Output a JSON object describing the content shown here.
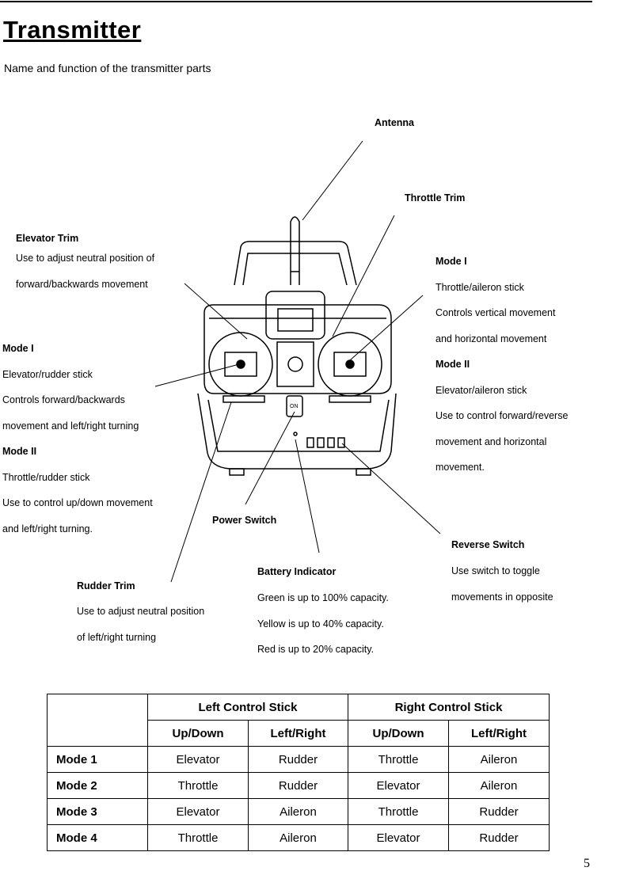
{
  "heading": {
    "title": "Transmitter",
    "subtitle": "Name and function of the transmitter parts"
  },
  "callouts": {
    "antenna": {
      "title": "Antenna"
    },
    "throttle_trim": {
      "title": "Throttle Trim"
    },
    "elevator_trim": {
      "title": "Elevator Trim",
      "lines": [
        "Use to adjust neutral position of",
        "forward/backwards movement"
      ]
    },
    "left_stick": {
      "lines": [
        "Mode I",
        "Elevator/rudder stick",
        "Controls forward/backwards",
        "movement and left/right turning",
        "Mode II",
        "Throttle/rudder stick",
        "Use to control up/down movement",
        "and left/right turning."
      ]
    },
    "right_stick": {
      "lines": [
        "Mode I",
        "Throttle/aileron stick",
        "Controls vertical movement",
        "and horizontal movement",
        "Mode II",
        "Elevator/aileron stick",
        "Use to control forward/reverse",
        "movement and horizontal",
        "movement."
      ]
    },
    "power_switch": {
      "title": "Power Switch"
    },
    "reverse_switch": {
      "title": "Reverse Switch",
      "lines": [
        "Use switch to toggle",
        "movements in opposite"
      ]
    },
    "battery_indicator": {
      "title": "Battery Indicator",
      "lines": [
        "Green is up to 100% capacity.",
        "Yellow is up to 40% capacity.",
        "Red is up to 20% capacity."
      ]
    },
    "rudder_trim": {
      "title": "Rudder Trim",
      "lines": [
        "Use to adjust neutral position",
        "of left/right turning"
      ]
    }
  },
  "device_labels": {
    "power_on": "ON"
  },
  "mode_table": {
    "group_headers": [
      "Left Control Stick",
      "Right Control Stick"
    ],
    "sub_headers": [
      "Up/Down",
      "Left/Right",
      "Up/Down",
      "Left/Right"
    ],
    "rows": [
      {
        "mode": "Mode 1",
        "cells": [
          "Elevator",
          "Rudder",
          "Throttle",
          "Aileron"
        ]
      },
      {
        "mode": "Mode 2",
        "cells": [
          "Throttle",
          "Rudder",
          "Elevator",
          "Aileron"
        ]
      },
      {
        "mode": "Mode 3",
        "cells": [
          "Elevator",
          "Aileron",
          "Throttle",
          "Rudder"
        ]
      },
      {
        "mode": "Mode 4",
        "cells": [
          "Throttle",
          "Aileron",
          "Elevator",
          "Rudder"
        ]
      }
    ]
  },
  "page_number": "5"
}
